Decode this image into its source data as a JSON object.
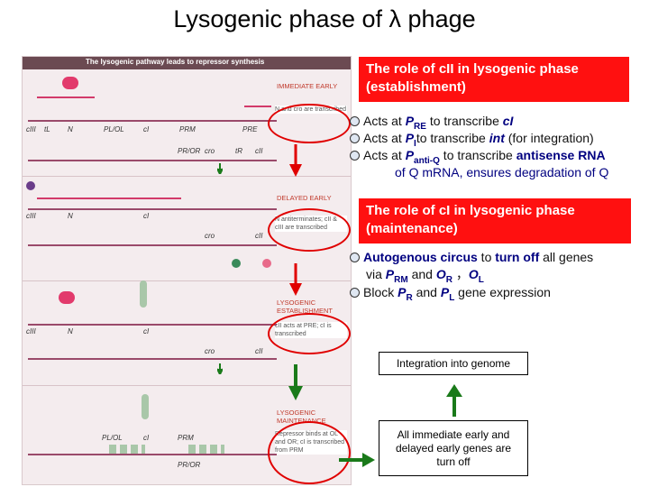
{
  "title": "Lysogenic phase of λ phage",
  "figure": {
    "header": "The lysogenic pathway leads to repressor synthesis",
    "stages": [
      "IMMEDIATE EARLY",
      "DELAYED EARLY",
      "LYSOGENIC ESTABLISHMENT",
      "LYSOGENIC MAINTENANCE"
    ],
    "notes": [
      "N and cro are transcribed",
      "N antiterminates; cII & cIII are transcribed",
      "cII acts at PRE; cI is transcribed",
      "Repressor binds at OL and OR; cI is transcribed from PRM"
    ],
    "genes_row1": [
      "cIII",
      "tL",
      "N",
      "PL/OL",
      "cI",
      "PRM",
      "PRE"
    ],
    "genes_row1b": [
      "PR/OR",
      "cro",
      "tR",
      "cII"
    ],
    "genes_row2": [
      "cIII",
      "N",
      "cI",
      "cro",
      "cII"
    ],
    "genes_row3": [
      "cIII",
      "N",
      "cI",
      "cro",
      "cII"
    ],
    "genes_row4": [
      "PL/OL",
      "cI",
      "PRM",
      "PR/OR"
    ]
  },
  "establishment": {
    "heading_line1": "The role of cII in lysogenic phase",
    "heading_line2": "(establishment)",
    "bullets": [
      {
        "pre": "Acts at ",
        "key": "P",
        "sub": "RE",
        "post": " to transcribe ",
        "gene": "cI",
        "tail": ""
      },
      {
        "pre": "Acts at ",
        "key": "P",
        "sub": "I",
        "post": "to transcribe ",
        "gene": "int",
        "tail": " (for integration)"
      },
      {
        "pre": "Acts at ",
        "key": "P",
        "sub": "anti-Q",
        "post": " to transcribe ",
        "gene": "antisense RNA",
        "tail": ""
      }
    ],
    "bullet3_line2": "of Q mRNA, ensures degradation of Q"
  },
  "maintenance": {
    "heading_line1": "The role of cI in lysogenic phase",
    "heading_line2": "(maintenance)",
    "b1_part1": "Autogenous circus",
    "b1_part2": " to ",
    "b1_part3": "turn off",
    "b1_part4": " all genes",
    "b1_line2_pre": "via ",
    "b1_line2_k1": "P",
    "b1_line2_s1": "RM",
    "b1_line2_mid": " and ",
    "b1_line2_k2": "O",
    "b1_line2_s2": "R",
    "b1_line2_sep": " ，",
    "b1_line2_k3": "O",
    "b1_line2_s3": "L",
    "b2_pre": "Block ",
    "b2_k1": "P",
    "b2_s1": "R",
    "b2_mid": " and ",
    "b2_k2": "P",
    "b2_s2": "L",
    "b2_post": " gene expression"
  },
  "boxes": {
    "integration": "Integration into genome",
    "turnoff": "All immediate early and delayed early genes are turn off"
  },
  "colors": {
    "red": "#ff1010",
    "green": "#1a7a1a",
    "navy": "#000080"
  }
}
